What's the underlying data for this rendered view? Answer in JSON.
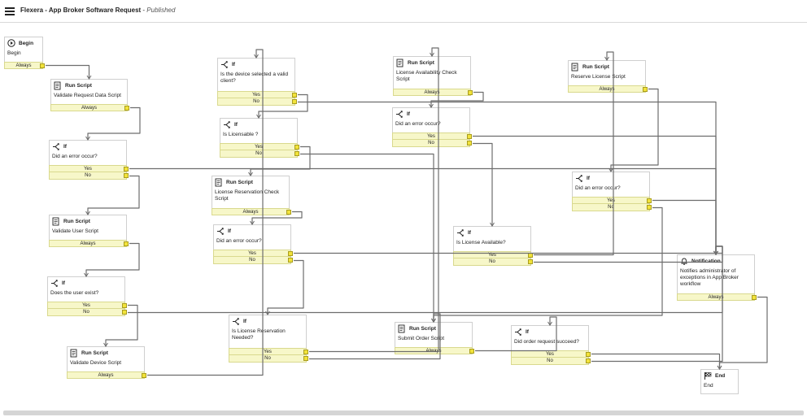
{
  "header": {
    "title": "Flexera - App Broker Software Request",
    "separator": " - ",
    "status": "Published"
  },
  "colors": {
    "wire": "#6d6d6d",
    "port_fill": "#f7f7c9",
    "knob": "#f2e33a"
  },
  "nodes": [
    {
      "id": "begin",
      "type": "Begin",
      "icon": "play-circle-icon",
      "desc": "Begin",
      "ports": [
        "Always"
      ]
    },
    {
      "id": "validate_request",
      "type": "Run Script",
      "icon": "script-icon",
      "desc": "Validate Request Data Script",
      "ports": [
        "Always"
      ]
    },
    {
      "id": "if_err1",
      "type": "If",
      "icon": "branch-icon",
      "desc": "Did an error occur?",
      "ports": [
        "Yes",
        "No"
      ]
    },
    {
      "id": "validate_user",
      "type": "Run Script",
      "icon": "script-icon",
      "desc": "Validate User Script",
      "ports": [
        "Always"
      ]
    },
    {
      "id": "if_user",
      "type": "If",
      "icon": "branch-icon",
      "desc": "Does the user exist?",
      "ports": [
        "Yes",
        "No"
      ]
    },
    {
      "id": "validate_device",
      "type": "Run Script",
      "icon": "script-icon",
      "desc": "Validate Device Script",
      "ports": [
        "Always"
      ]
    },
    {
      "id": "if_device",
      "type": "If",
      "icon": "branch-icon",
      "desc": "Is the device selected a valid client?",
      "ports": [
        "Yes",
        "No"
      ]
    },
    {
      "id": "if_licensable",
      "type": "If",
      "icon": "branch-icon",
      "desc": "Is Licensable ?",
      "ports": [
        "Yes",
        "No"
      ]
    },
    {
      "id": "lic_res_check",
      "type": "Run Script",
      "icon": "script-icon",
      "desc": "License Reservation Check Script",
      "ports": [
        "Always"
      ]
    },
    {
      "id": "if_err2",
      "type": "If",
      "icon": "branch-icon",
      "desc": "Did an error occur?",
      "ports": [
        "Yes",
        "No"
      ]
    },
    {
      "id": "if_res_needed",
      "type": "If",
      "icon": "branch-icon",
      "desc": "Is License Reservation Needed?",
      "ports": [
        "Yes",
        "No"
      ]
    },
    {
      "id": "lic_avail_check",
      "type": "Run Script",
      "icon": "script-icon",
      "desc": "License Availability Check Script",
      "ports": [
        "Always"
      ]
    },
    {
      "id": "if_err3",
      "type": "If",
      "icon": "branch-icon",
      "desc": "Did an error occur?",
      "ports": [
        "Yes",
        "No"
      ]
    },
    {
      "id": "if_lic_avail",
      "type": "If",
      "icon": "branch-icon",
      "desc": "Is License Available?",
      "ports": [
        "Yes",
        "No"
      ]
    },
    {
      "id": "submit_order",
      "type": "Run Script",
      "icon": "script-icon",
      "desc": "Submit Order Script",
      "ports": [
        "Always"
      ]
    },
    {
      "id": "if_order",
      "type": "If",
      "icon": "branch-icon",
      "desc": "Did order request succeed?",
      "ports": [
        "Yes",
        "No"
      ]
    },
    {
      "id": "reserve_lic",
      "type": "Run Script",
      "icon": "script-icon",
      "desc": "Reserve License Script",
      "ports": [
        "Always"
      ]
    },
    {
      "id": "if_err4",
      "type": "If",
      "icon": "branch-icon",
      "desc": "Did an error occur?",
      "ports": [
        "Yes",
        "No"
      ]
    },
    {
      "id": "notification",
      "type": "Notification",
      "icon": "bell-icon",
      "desc": "Notifies administrator of exceptions in App Broker workflow",
      "ports": [
        "Always"
      ]
    },
    {
      "id": "end",
      "type": "End",
      "icon": "finish-flag-icon",
      "desc": "End",
      "ports": []
    }
  ],
  "edges": [
    [
      "begin",
      0,
      "validate_request"
    ],
    [
      "validate_request",
      0,
      "if_err1"
    ],
    [
      "if_err1",
      0,
      "notification"
    ],
    [
      "if_err1",
      1,
      "validate_user"
    ],
    [
      "validate_user",
      0,
      "if_user"
    ],
    [
      "if_user",
      0,
      "validate_device"
    ],
    [
      "if_user",
      1,
      "notification"
    ],
    [
      "validate_device",
      0,
      "if_device"
    ],
    [
      "if_device",
      0,
      "if_licensable"
    ],
    [
      "if_device",
      1,
      "notification"
    ],
    [
      "if_licensable",
      0,
      "lic_res_check"
    ],
    [
      "if_licensable",
      1,
      "submit_order"
    ],
    [
      "lic_res_check",
      0,
      "if_err2"
    ],
    [
      "if_err2",
      0,
      "notification"
    ],
    [
      "if_err2",
      1,
      "if_res_needed"
    ],
    [
      "if_res_needed",
      0,
      "lic_avail_check"
    ],
    [
      "if_res_needed",
      1,
      "submit_order"
    ],
    [
      "lic_avail_check",
      0,
      "if_err3"
    ],
    [
      "if_err3",
      0,
      "notification"
    ],
    [
      "if_err3",
      1,
      "if_lic_avail"
    ],
    [
      "if_lic_avail",
      0,
      "reserve_lic"
    ],
    [
      "if_lic_avail",
      1,
      "notification"
    ],
    [
      "reserve_lic",
      0,
      "if_err4"
    ],
    [
      "if_err4",
      0,
      "notification"
    ],
    [
      "if_err4",
      1,
      "submit_order"
    ],
    [
      "submit_order",
      0,
      "if_order"
    ],
    [
      "if_order",
      0,
      "end"
    ],
    [
      "if_order",
      1,
      "notification"
    ],
    [
      "notification",
      0,
      "end"
    ]
  ]
}
